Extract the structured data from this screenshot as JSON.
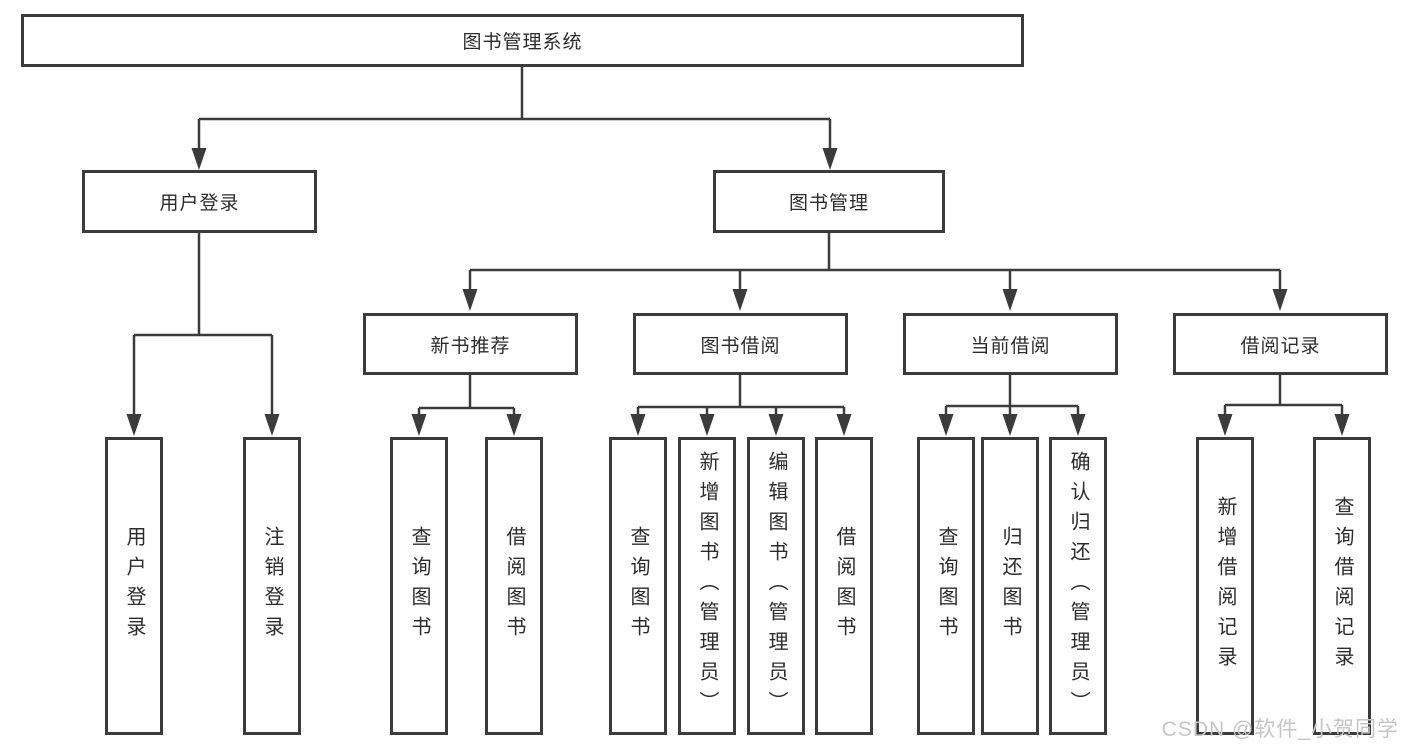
{
  "tree": {
    "root": {
      "label": "图书管理系统"
    },
    "branches": [
      {
        "label": "用户登录",
        "children": [
          {
            "label": "用户登录"
          },
          {
            "label": "注销登录"
          }
        ]
      },
      {
        "label": "图书管理",
        "children": [
          {
            "label": "新书推荐",
            "children": [
              {
                "label": "查询图书"
              },
              {
                "label": "借阅图书"
              }
            ]
          },
          {
            "label": "图书借阅",
            "children": [
              {
                "label": "查询图书"
              },
              {
                "label": "新增图书（管理员）"
              },
              {
                "label": "编辑图书（管理员）"
              },
              {
                "label": "借阅图书"
              }
            ]
          },
          {
            "label": "当前借阅",
            "children": [
              {
                "label": "查询图书"
              },
              {
                "label": "归还图书"
              },
              {
                "label": "确认归还（管理员）"
              }
            ]
          },
          {
            "label": "借阅记录",
            "children": [
              {
                "label": "新增借阅记录"
              },
              {
                "label": "查询借阅记录"
              }
            ]
          }
        ]
      }
    ]
  },
  "watermark": {
    "text": "CSDN @软件_小贺同学"
  },
  "colors": {
    "line": "#3b3b3b",
    "text": "#2c2c2c",
    "background": "#ffffff",
    "watermark": "#c5c5c5"
  }
}
